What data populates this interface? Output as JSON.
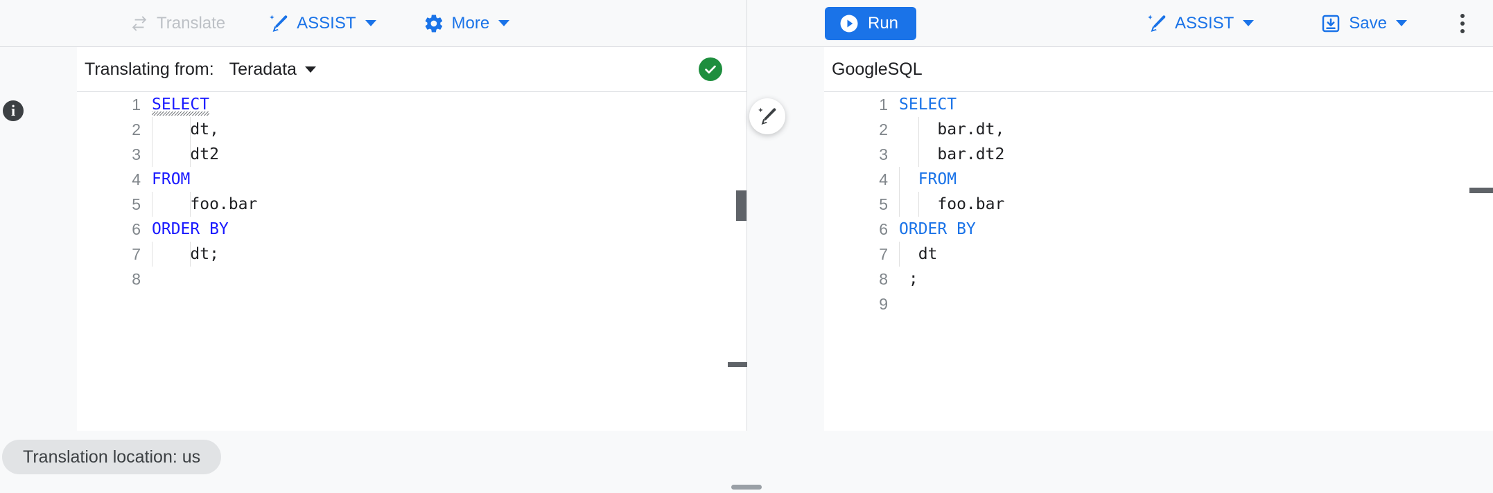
{
  "toolbar": {
    "left": [
      {
        "name": "translate",
        "label": "Translate",
        "icon": "swap-arrows-icon",
        "disabled": true,
        "caret": false
      },
      {
        "name": "assist",
        "label": "ASSIST",
        "icon": "magic-wand-icon",
        "disabled": false,
        "caret": true
      },
      {
        "name": "more",
        "label": "More",
        "icon": "gear-icon",
        "disabled": false,
        "caret": true
      }
    ],
    "right": {
      "run_label": "Run",
      "assist_label": "ASSIST",
      "save_label": "Save",
      "overflow_label": "More options"
    }
  },
  "source_panel": {
    "prompt": "Translating from:",
    "dialect": "Teradata",
    "status_icon": "check-circle-icon",
    "info_icon": "info-icon",
    "lines": [
      {
        "n": "1",
        "segments": [
          {
            "t": "SELECT",
            "c": "kw"
          }
        ],
        "squiggle": true,
        "guides": []
      },
      {
        "n": "2",
        "segments": [
          {
            "t": "    dt,",
            "c": ""
          }
        ],
        "squiggle": false,
        "guides": [
          0,
          2
        ]
      },
      {
        "n": "3",
        "segments": [
          {
            "t": "    dt2",
            "c": ""
          }
        ],
        "squiggle": false,
        "guides": [
          0,
          2
        ]
      },
      {
        "n": "4",
        "segments": [
          {
            "t": "FROM",
            "c": "kw"
          }
        ],
        "squiggle": false,
        "guides": []
      },
      {
        "n": "5",
        "segments": [
          {
            "t": "    foo.bar",
            "c": ""
          }
        ],
        "squiggle": false,
        "guides": [
          0,
          2
        ]
      },
      {
        "n": "6",
        "segments": [
          {
            "t": "ORDER BY",
            "c": "kw"
          }
        ],
        "squiggle": false,
        "guides": []
      },
      {
        "n": "7",
        "segments": [
          {
            "t": "    dt;",
            "c": ""
          }
        ],
        "squiggle": false,
        "guides": [
          0,
          2
        ]
      },
      {
        "n": "8",
        "segments": [
          {
            "t": "",
            "c": ""
          }
        ],
        "squiggle": false,
        "guides": []
      }
    ]
  },
  "target_panel": {
    "dialect": "GoogleSQL",
    "magic_icon": "magic-wand-icon",
    "lines": [
      {
        "n": "1",
        "segments": [
          {
            "t": "SELECT",
            "c": "kw2"
          }
        ],
        "squiggle": false,
        "guides": []
      },
      {
        "n": "2",
        "segments": [
          {
            "t": "    bar.dt,",
            "c": ""
          }
        ],
        "squiggle": false,
        "guides": [
          1
        ]
      },
      {
        "n": "3",
        "segments": [
          {
            "t": "    bar.dt2",
            "c": ""
          }
        ],
        "squiggle": false,
        "guides": [
          1
        ]
      },
      {
        "n": "4",
        "segments": [
          {
            "t": "  FROM",
            "c": "kw2"
          }
        ],
        "squiggle": false,
        "guides": [
          0
        ]
      },
      {
        "n": "5",
        "segments": [
          {
            "t": "    foo.bar",
            "c": ""
          }
        ],
        "squiggle": false,
        "guides": [
          0,
          1
        ]
      },
      {
        "n": "6",
        "segments": [
          {
            "t": "ORDER BY",
            "c": "kw2"
          }
        ],
        "squiggle": false,
        "guides": []
      },
      {
        "n": "7",
        "segments": [
          {
            "t": "  dt",
            "c": ""
          }
        ],
        "squiggle": false,
        "guides": [
          0
        ]
      },
      {
        "n": "8",
        "segments": [
          {
            "t": " ;",
            "c": ""
          }
        ],
        "squiggle": false,
        "guides": []
      },
      {
        "n": "9",
        "segments": [
          {
            "t": "",
            "c": ""
          }
        ],
        "squiggle": false,
        "guides": []
      }
    ]
  },
  "footer": {
    "location_label": "Translation location: us"
  },
  "colors": {
    "accent": "#1a73e8",
    "keyword_source": "#1a1aff",
    "keyword_target": "#1a73e8",
    "success": "#1e8e3e",
    "disabled": "#bdc1c6",
    "chrome_bg": "#f8f9fa",
    "border": "#dadce0"
  }
}
